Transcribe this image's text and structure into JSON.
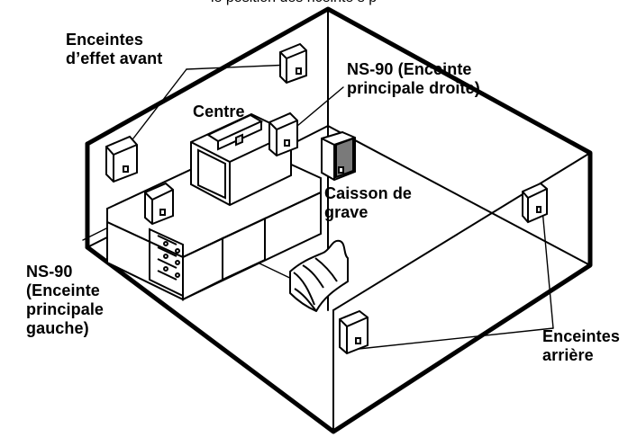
{
  "labels": {
    "top_caption": "le             position des             nceinte           s p",
    "front_effect": "Enceintes\nd’effet avant",
    "right_main": "NS-90 (Enceinte\nprincipale droite)",
    "center": "Centre",
    "subwoofer": "Caisson de\ngrave",
    "left_main": "NS-90\n(Enceinte\nprincipale\ngauche)",
    "rear": "Enceintes\narrière"
  },
  "colors": {
    "line": "#000000",
    "fill": "#ffffff",
    "shade": "#7a7a7a",
    "light_shade": "#d9d9d9"
  }
}
